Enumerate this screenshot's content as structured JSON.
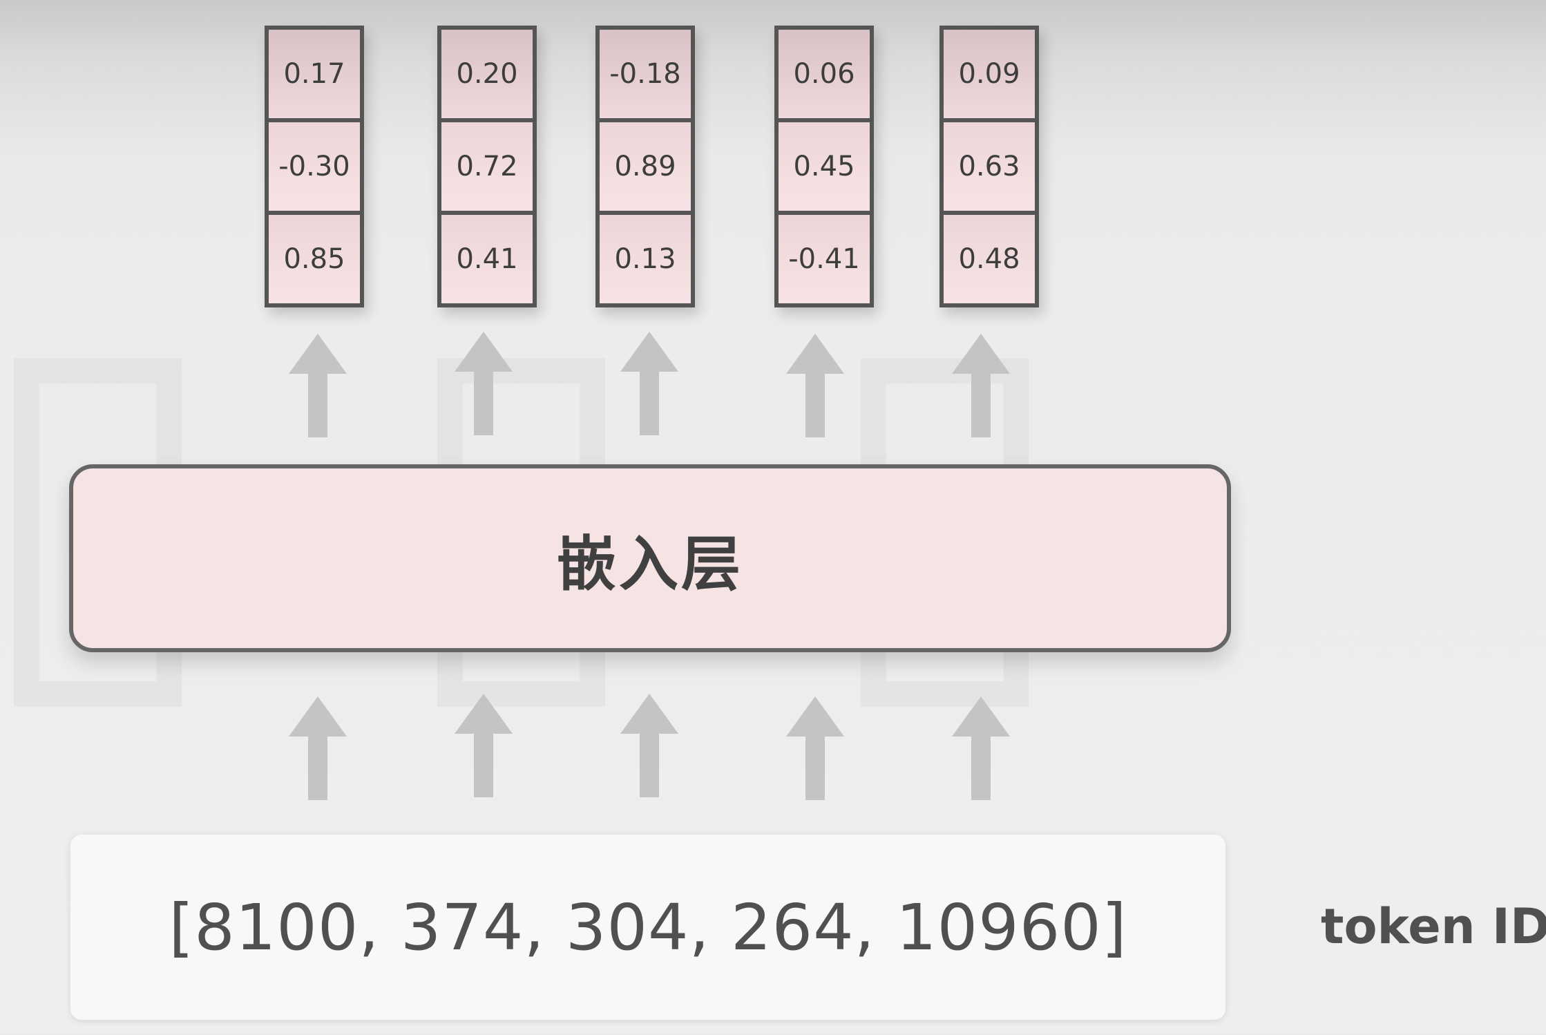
{
  "vectors": [
    {
      "values": [
        "0.17",
        "-0.30",
        "0.85"
      ]
    },
    {
      "values": [
        "0.20",
        "0.72",
        "0.41"
      ]
    },
    {
      "values": [
        "-0.18",
        "0.89",
        "0.13"
      ]
    },
    {
      "values": [
        "0.06",
        "0.45",
        "-0.41"
      ]
    },
    {
      "values": [
        "0.09",
        "0.63",
        "0.48"
      ]
    }
  ],
  "embedding_layer": {
    "label": "嵌入层"
  },
  "token_ids": {
    "text": "[8100, 374, 304, 264, 10960]",
    "caption": "token ID"
  },
  "colors": {
    "cell_fill": "#f6e3e4",
    "border": "#555555",
    "arrow": "#c4c4c4",
    "text": "#404040"
  }
}
